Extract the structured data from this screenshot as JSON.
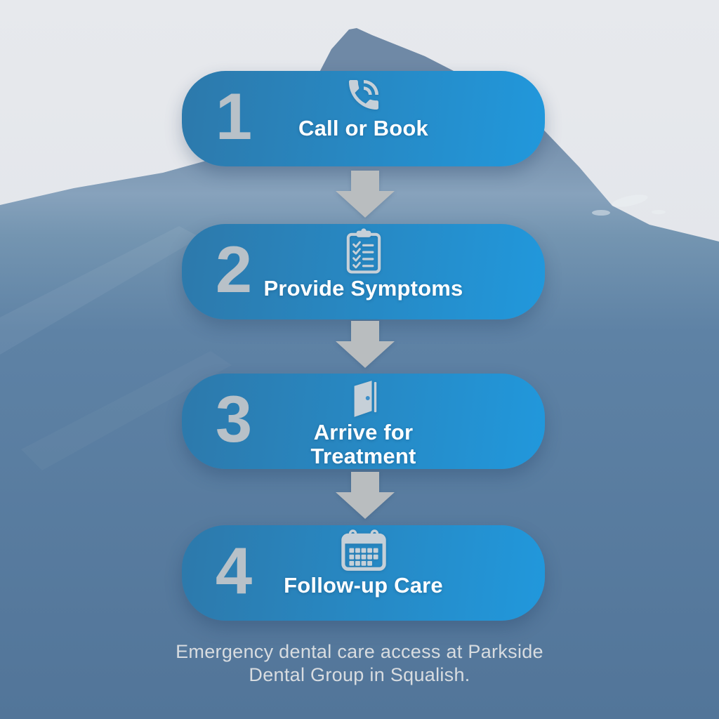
{
  "steps": [
    {
      "number": "1",
      "icon": "phone-call-icon",
      "label": "Call or Book"
    },
    {
      "number": "2",
      "icon": "clipboard-checklist-icon",
      "label": "Provide Symptoms"
    },
    {
      "number": "3",
      "icon": "open-door-icon",
      "label": "Arrive for",
      "label_line2": "Treatment"
    },
    {
      "number": "4",
      "icon": "calendar-icon",
      "label": "Follow-up Care"
    }
  ],
  "caption": {
    "line1": "Emergency dental care access at Parkside",
    "line2": "Dental Group in Squalish."
  },
  "colors": {
    "card_grad_a": "#2d79ab",
    "card_grad_b": "#2198dc",
    "step_number": "#b8c1c8",
    "icon": "#c6d0d8",
    "label": "#ffffff",
    "arrow": "#b9bdbf",
    "caption": "#d8dce0",
    "door_knob": "#3d8fc9",
    "sky_top": "#e7e9ed",
    "sky_bottom": "#dde1e7",
    "mountain_top": "#6f89a6",
    "mountain_haze": "#87a2bc",
    "mountain_mid": "#5e82a5",
    "mountain_bottom": "#527599"
  }
}
